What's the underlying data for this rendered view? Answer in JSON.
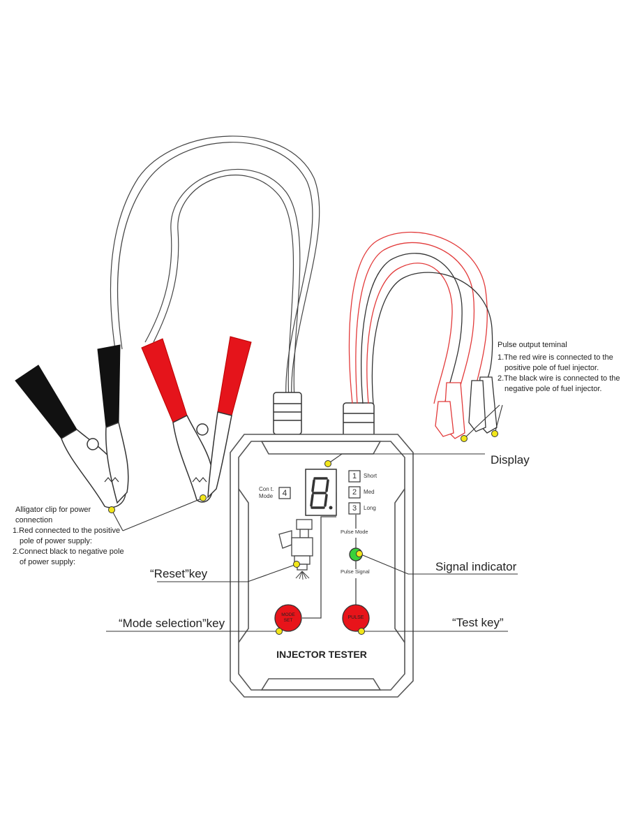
{
  "device": {
    "title": "INJECTOR TESTER",
    "cont_mode_label_line1": "Con t.",
    "cont_mode_label_line2": "Mode",
    "cont_mode_number": "4",
    "modes": [
      {
        "number": "1",
        "label": "Short"
      },
      {
        "number": "2",
        "label": "Med"
      },
      {
        "number": "3",
        "label": "Long"
      }
    ],
    "pulse_mode_label": "Pulse Mode",
    "pulse_signal_label": "Pulse Signal",
    "mode_set_button_line1": "MODE",
    "mode_set_button_line2": "SET",
    "pulse_button_label": "PULSE",
    "display_digit": "8"
  },
  "callouts": {
    "pulse_output": {
      "title": "Pulse output teminal",
      "line1": "1.The red wire is connected to the",
      "line2": "positive pole of fuel injector.",
      "line3": "2.The black wire is connected to the",
      "line4": "negative pole of fuel injector."
    },
    "display": "Display",
    "alligator": {
      "title1": "Alligator clip for power",
      "title2": "connection",
      "line1": "1.Red connected to the positive",
      "line2": "pole of power supply:",
      "line3": "2.Connect black to negative pole",
      "line4": "of power supply:"
    },
    "signal_indicator": "Signal indicator",
    "reset_key": "“Reset”key",
    "mode_selection_key": "“Mode selection”key",
    "test_key": "“Test key”"
  },
  "colors": {
    "red_clip": "#e5141b",
    "black_clip": "#111111",
    "button_red": "#e8141a",
    "marker_yellow": "#f2e61a",
    "led_green": "#3ad13a",
    "red_wire": "#e23a3a"
  }
}
